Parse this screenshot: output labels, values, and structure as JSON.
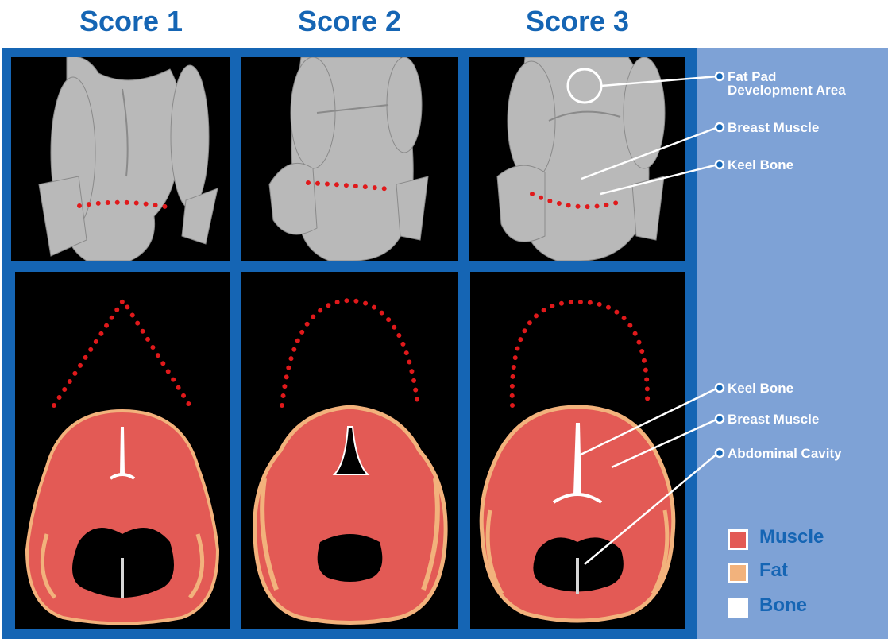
{
  "scores": [
    "Score 1",
    "Score 2",
    "Score 3"
  ],
  "callouts_top": {
    "fat_pad_1": "Fat Pad",
    "fat_pad_2": "Development Area",
    "breast_muscle": "Breast Muscle",
    "keel_bone": "Keel Bone"
  },
  "callouts_bottom": {
    "keel_bone": "Keel Bone",
    "breast_muscle": "Breast Muscle",
    "abdominal_cavity": "Abdominal Cavity"
  },
  "legend": [
    {
      "label": "Muscle",
      "color": "#e35a55"
    },
    {
      "label": "Fat",
      "color": "#f2b27c"
    },
    {
      "label": "Bone",
      "color": "#ffffff"
    }
  ],
  "colors": {
    "brand_blue": "#1565b4",
    "side_blue": "#7ea2d6",
    "dot_red": "#e0191b",
    "muscle": "#e35a55",
    "fat": "#f2b27c",
    "bone": "#ffffff",
    "carcass": "#b9b9b9"
  }
}
